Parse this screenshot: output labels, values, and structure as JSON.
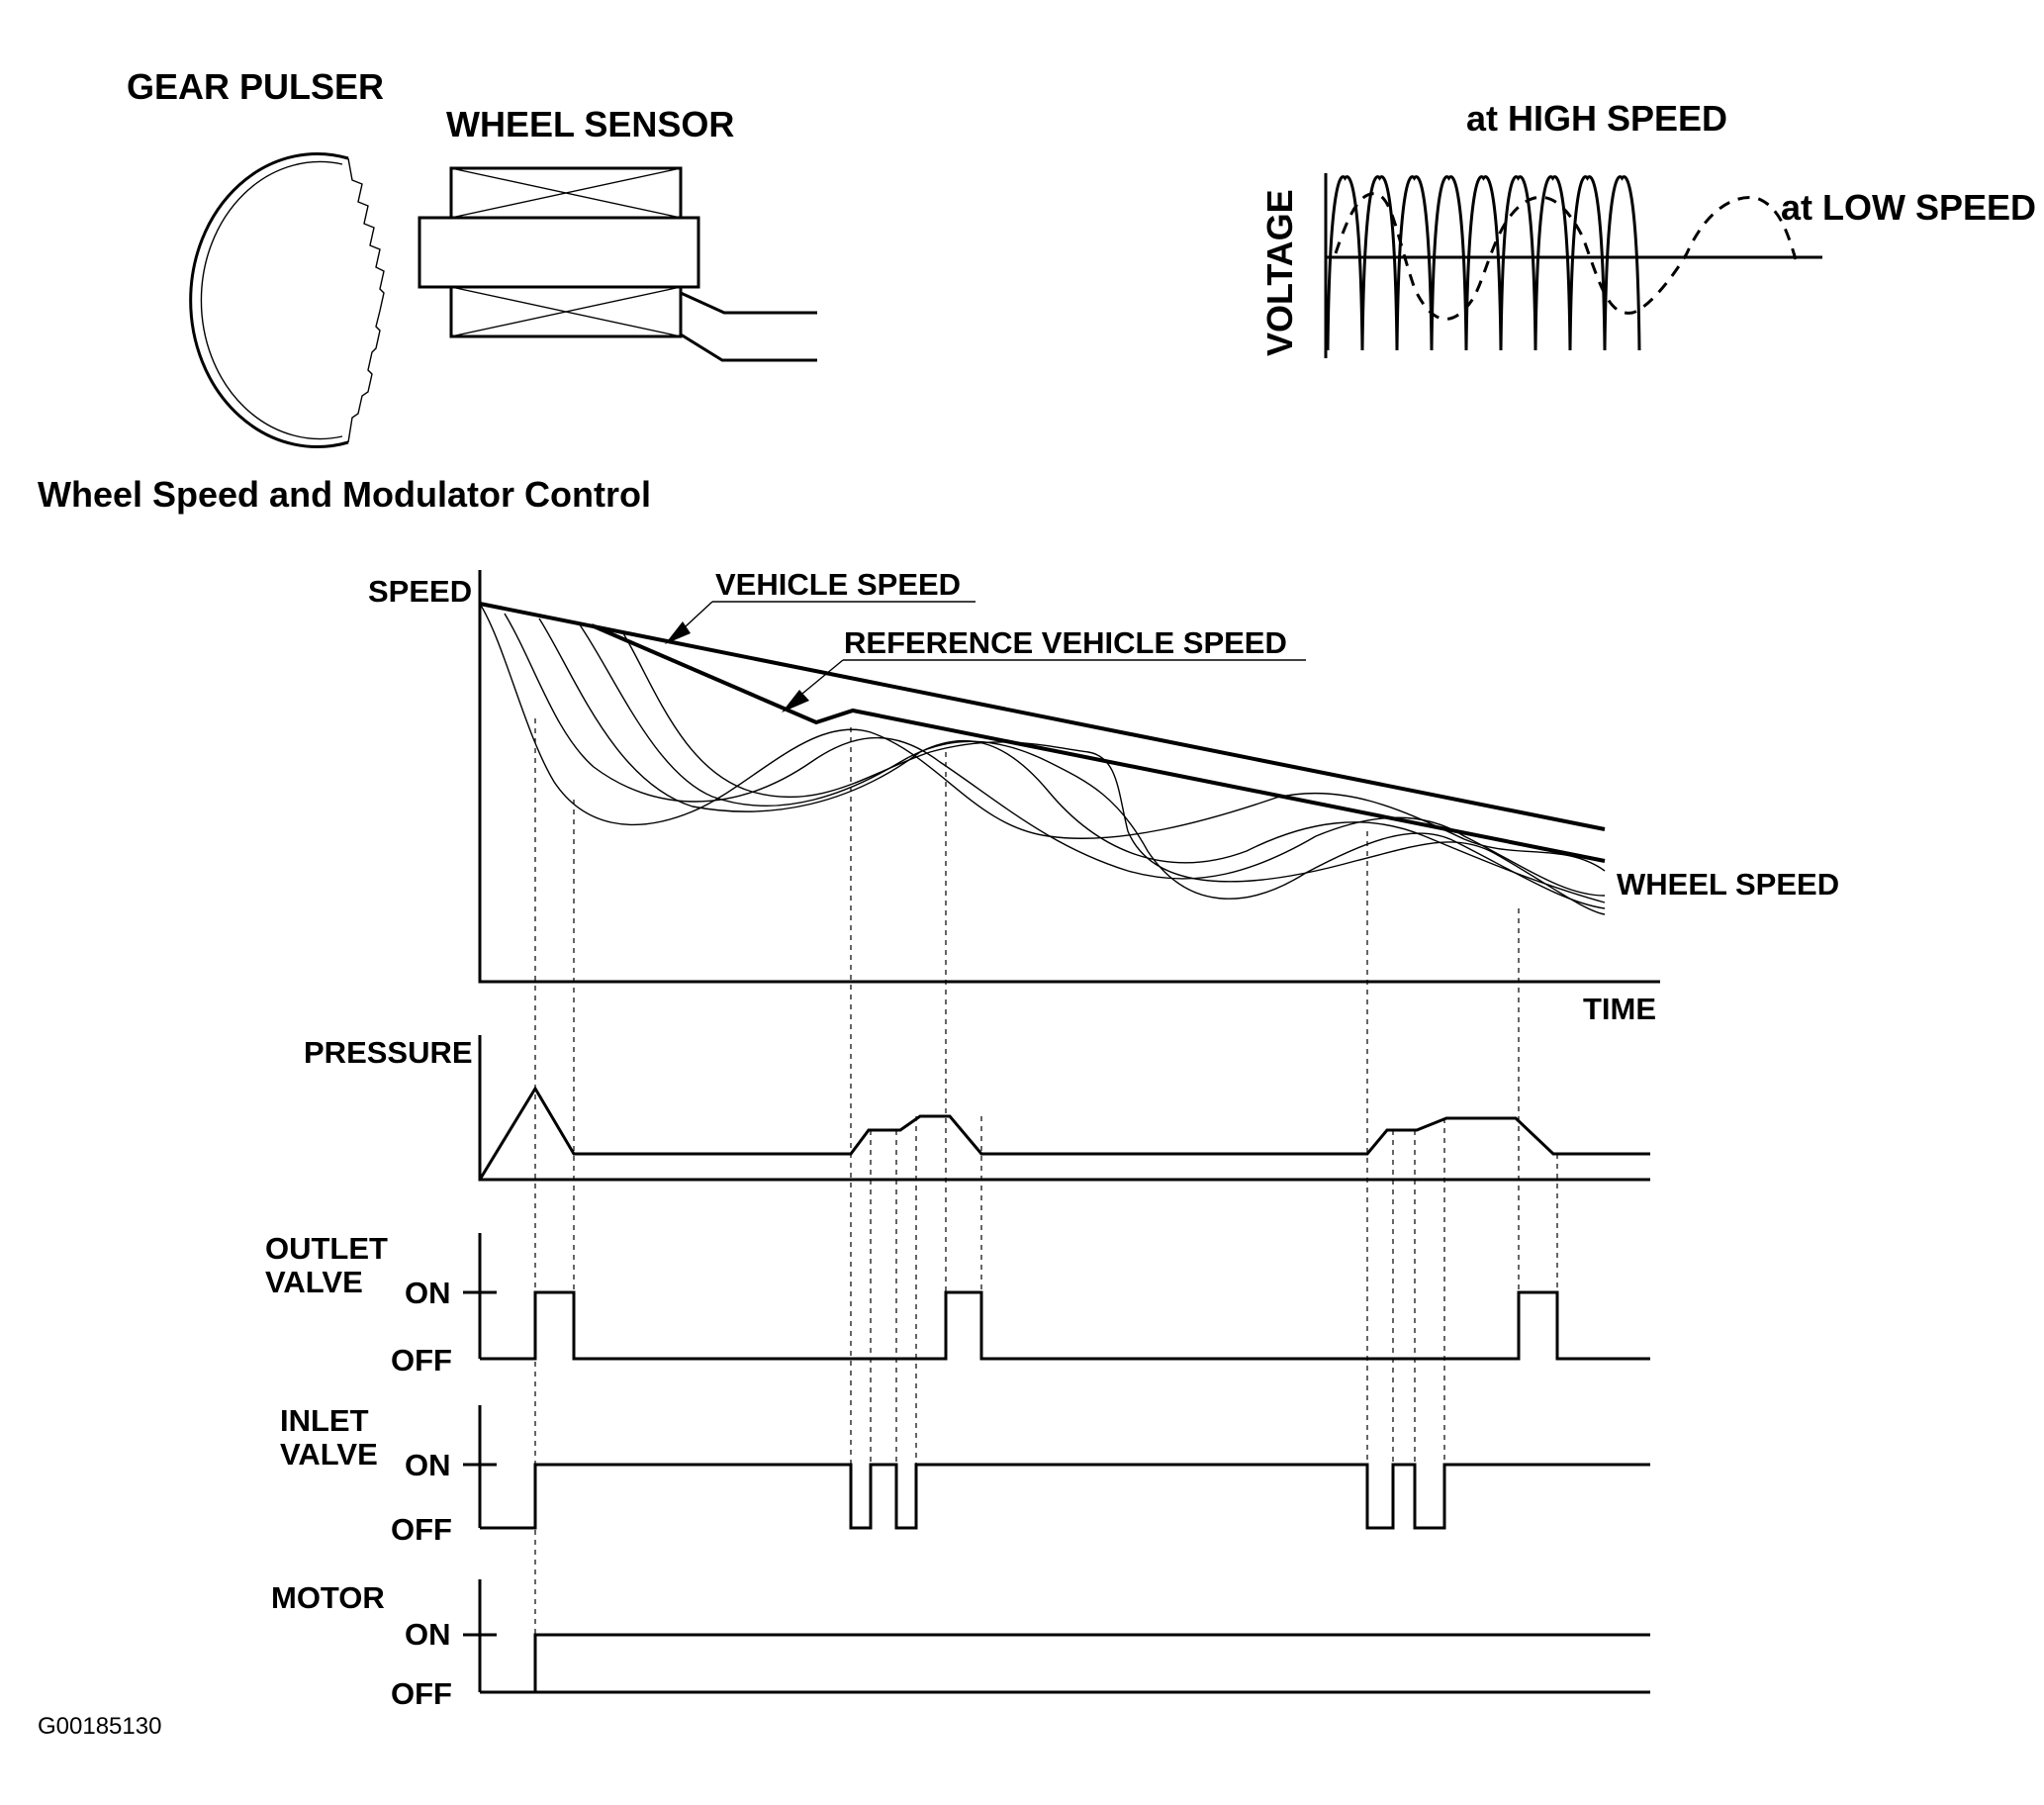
{
  "labels": {
    "gear_pulser": "GEAR PULSER",
    "wheel_sensor": "WHEEL SENSOR",
    "high_speed": "at HIGH SPEED",
    "low_speed": "at LOW SPEED",
    "voltage": "VOLTAGE",
    "section_title": "Wheel Speed and Modulator Control",
    "speed": "SPEED",
    "vehicle_speed": "VEHICLE SPEED",
    "reference_vehicle_speed": "REFERENCE VEHICLE SPEED",
    "wheel_speed": "WHEEL SPEED",
    "time": "TIME",
    "pressure": "PRESSURE",
    "outlet_1": "OUTLET",
    "outlet_2": "VALVE",
    "inlet_1": "INLET",
    "inlet_2": "VALVE",
    "motor": "MOTOR",
    "on": "ON",
    "off": "OFF",
    "figure_code": "G00185130"
  }
}
